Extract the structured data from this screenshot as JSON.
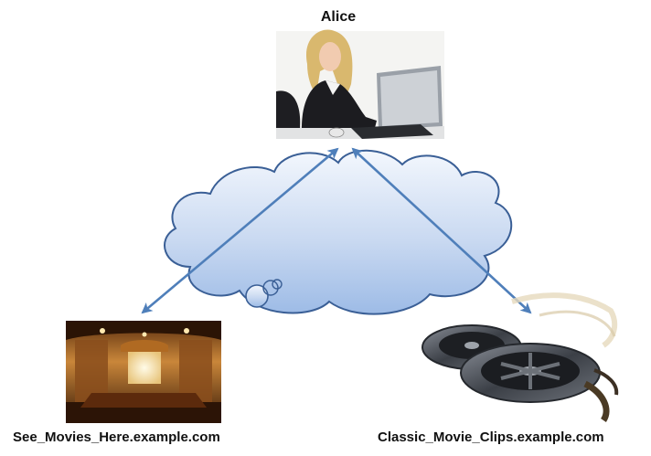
{
  "nodes": {
    "alice": {
      "label": "Alice",
      "image": "woman-at-laptop"
    },
    "site_a": {
      "label": "See_Movies_Here.example.com",
      "image": "theater-auditorium"
    },
    "site_b": {
      "label": "Classic_Movie_Clips.example.com",
      "image": "film-reels"
    }
  },
  "connections": [
    {
      "from": "alice",
      "to": "site_a",
      "style": "double-arrow"
    },
    {
      "from": "alice",
      "to": "site_b",
      "style": "double-arrow"
    }
  ],
  "colors": {
    "arrow": "#4f7fba",
    "cloud_fill_top": "#ffffff",
    "cloud_fill_bottom": "#a8c2e8",
    "cloud_stroke": "#3a5f96"
  }
}
